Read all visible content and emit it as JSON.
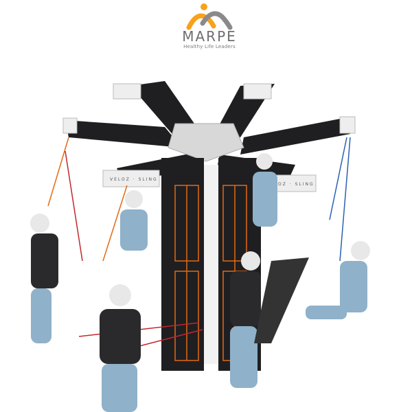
{
  "logo": {
    "brand": "MARPE",
    "tagline": "Healthy Life Leaders",
    "colors": {
      "orange": "#f7a21b",
      "gray": "#8a8a8c"
    }
  },
  "product": {
    "arm_labels": [
      "VELOZ",
      "SLING"
    ],
    "colors": {
      "frame": "#1f1f22",
      "accent": "#e36a12",
      "panel": "#eeeeee",
      "rope_red": "#c2262b",
      "rope_blue": "#2a5fb0",
      "person_suit": "#8fb1c9",
      "skin": "#e9c9b0",
      "vest": "#2a2a2c"
    }
  }
}
